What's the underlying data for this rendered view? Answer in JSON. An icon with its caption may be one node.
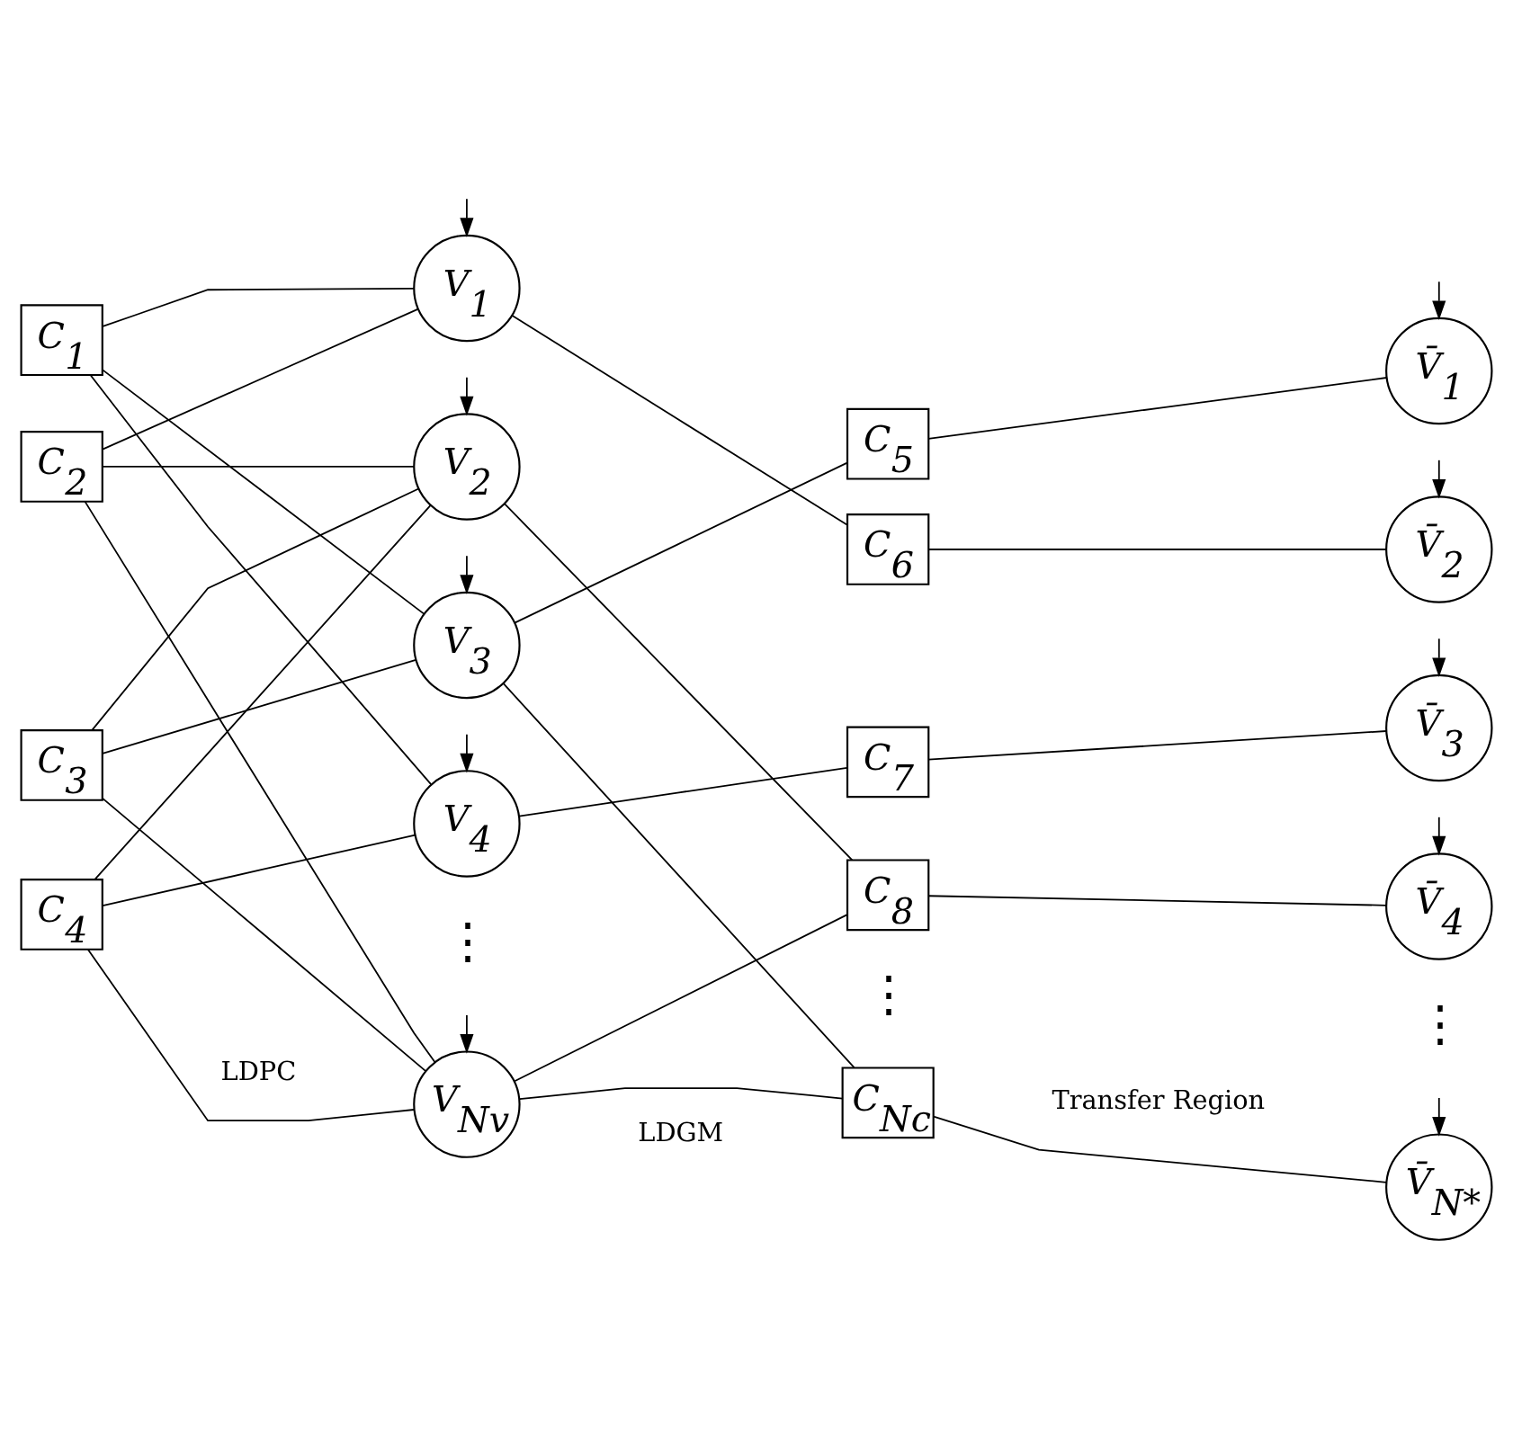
{
  "diagram": {
    "nodes": [
      {
        "text": [
          "C$_{1}$"
        ]
      },
      {
        "text": [
          "C$_{2}$"
        ]
      },
      {
        "text": [
          "C$_{3}$"
        ]
      },
      {
        "text": [
          "C$_{4}$"
        ]
      },
      {
        "text": [
          "V$_{1}$"
        ]
      },
      {
        "text": [
          "V$_{2}$"
        ]
      },
      {
        "text": [
          "V$_{3}$"
        ]
      },
      {
        "text": [
          "V$_{4}$"
        ]
      },
      {
        "text": [
          "V$_{Nv}$"
        ]
      },
      {
        "text": [
          "C$_{5}$"
        ]
      },
      {
        "text": [
          "C$_{6}$"
        ]
      },
      {
        "text": [
          "C$_{7}$"
        ]
      },
      {
        "text": [
          "C$_{8}$"
        ]
      },
      {
        "text": [
          "C$_{Nc}$"
        ]
      },
      {
        "text": [
          "V̄$_{1}$"
        ]
      },
      {
        "text": [
          "V̄$_{2}$"
        ]
      },
      {
        "text": [
          "V̄$_{3}$"
        ]
      },
      {
        "text": [
          "V̄$_{4}$"
        ]
      },
      {
        "text": [
          "V̄$_{N*}$"
        ]
      }
    ],
    "edges": [
      {
        "from": 0,
        "to": 4,
        "arrow": "none"
      },
      {
        "from": 0,
        "to": 6,
        "arrow": "none"
      },
      {
        "from": 0,
        "to": 7,
        "arrow": "none"
      },
      {
        "from": 1,
        "to": 4,
        "arrow": "none"
      },
      {
        "from": 1,
        "to": 5,
        "arrow": "none"
      },
      {
        "from": 1,
        "to": 8,
        "arrow": "none"
      },
      {
        "from": 2,
        "to": 5,
        "arrow": "none"
      },
      {
        "from": 2,
        "to": 6,
        "arrow": "none"
      },
      {
        "from": 2,
        "to": 8,
        "arrow": "none"
      },
      {
        "from": 3,
        "to": 5,
        "arrow": "none"
      },
      {
        "from": 3,
        "to": 7,
        "arrow": "none"
      },
      {
        "from": 3,
        "to": 8,
        "arrow": "none"
      },
      {
        "from": 4,
        "to": 10,
        "arrow": "none"
      },
      {
        "from": 5,
        "to": 12,
        "arrow": "none"
      },
      {
        "from": 6,
        "to": 9,
        "arrow": "none"
      },
      {
        "from": 6,
        "to": 13,
        "arrow": "none"
      },
      {
        "from": 7,
        "to": 11,
        "arrow": "none"
      },
      {
        "from": 8,
        "to": 12,
        "arrow": "none"
      },
      {
        "from": 8,
        "to": 13,
        "arrow": "none"
      },
      {
        "from": 9,
        "to": 14,
        "arrow": "none"
      },
      {
        "from": 10,
        "to": 15,
        "arrow": "none"
      },
      {
        "from": 11,
        "to": 16,
        "arrow": "none"
      },
      {
        "from": 12,
        "to": 17,
        "arrow": "none"
      },
      {
        "from": 13,
        "to": 18,
        "arrow": "none"
      },
      {
        "from": null,
        "to": 4,
        "arrow": "to"
      },
      {
        "from": null,
        "to": 5,
        "arrow": "to"
      },
      {
        "from": null,
        "to": 6,
        "arrow": "to"
      },
      {
        "from": null,
        "to": 7,
        "arrow": "to"
      },
      {
        "from": null,
        "to": 8,
        "arrow": "to"
      },
      {
        "from": null,
        "to": 14,
        "arrow": "to"
      },
      {
        "from": null,
        "to": 15,
        "arrow": "to"
      },
      {
        "from": null,
        "to": 16,
        "arrow": "to"
      },
      {
        "from": null,
        "to": 17,
        "arrow": "to"
      },
      {
        "from": null,
        "to": 18,
        "arrow": "to"
      }
    ],
    "labels": [
      "⋮",
      "⋮",
      "⋮",
      "LDPC",
      "LDGM",
      "Transfer Region"
    ]
  }
}
